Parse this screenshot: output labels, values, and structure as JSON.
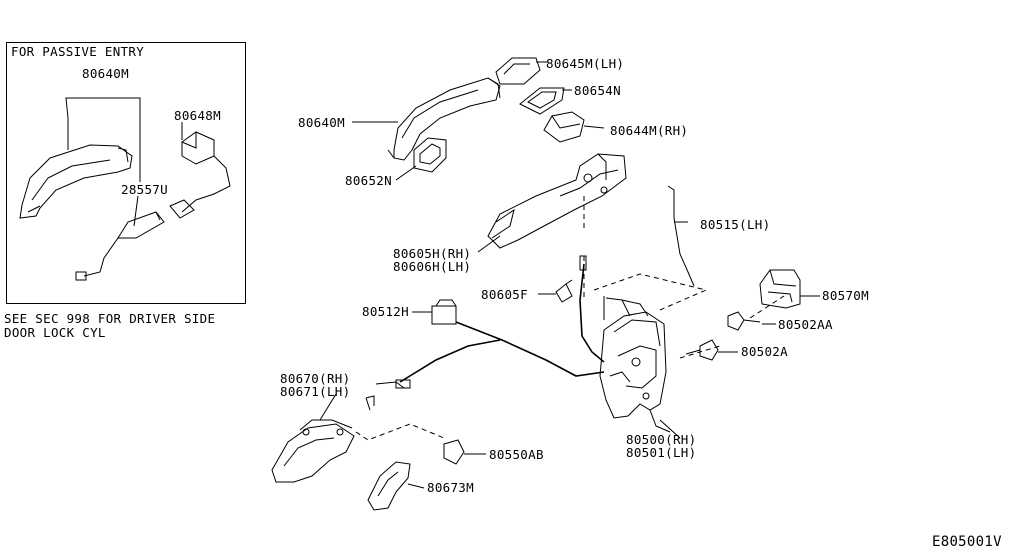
{
  "inset": {
    "title": "FOR PASSIVE ENTRY",
    "labels": [
      "80640M",
      "80648M",
      "28557U"
    ],
    "note_line1": "SEE SEC 998 FOR DRIVER SIDE",
    "note_line2": "DOOR LOCK CYL"
  },
  "parts": {
    "p80645M": "80645M(LH)",
    "p80654N": "80654N",
    "p80644M": "80644M(RH)",
    "p80640M": "80640M",
    "p80652N": "80652N",
    "p80515": "80515(LH)",
    "p80605H": "80605H(RH)",
    "p80606H": "80606H(LH)",
    "p80605F": "80605F",
    "p80570M": "80570M",
    "p80512H": "80512H",
    "p80502AA": "80502AA",
    "p80502A": "80502A",
    "p80670": "80670(RH)",
    "p80671": "80671(LH)",
    "p80500": "80500(RH)",
    "p80501": "80501(LH)",
    "p80550AB": "80550AB",
    "p80673M": "80673M"
  },
  "diagram_code": "E805001V"
}
